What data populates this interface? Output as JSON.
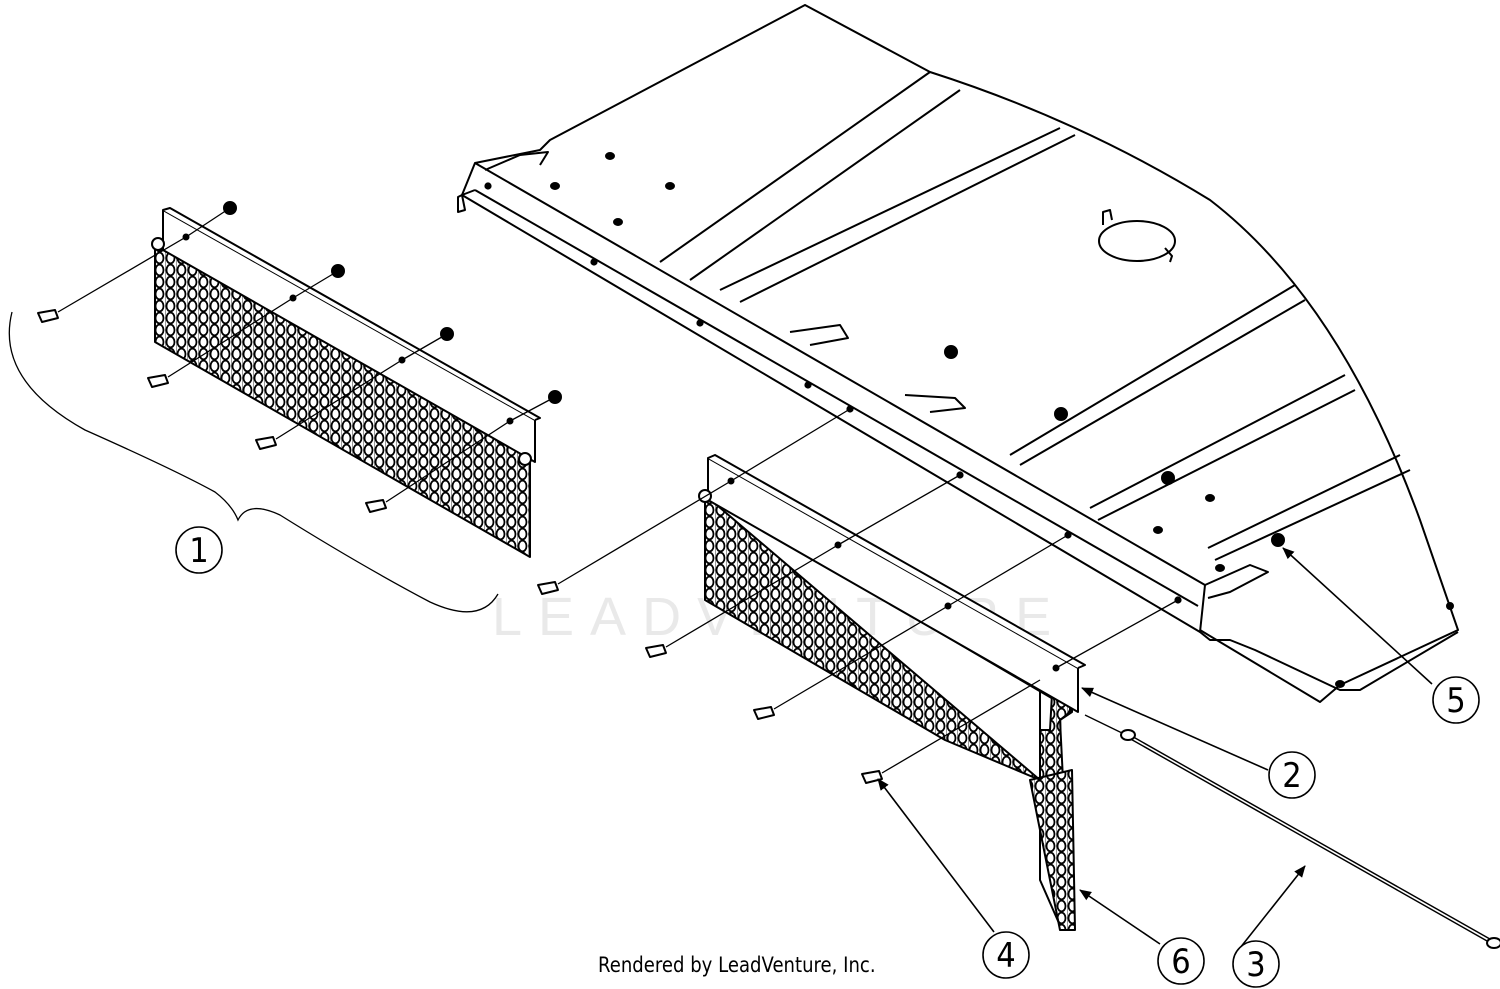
{
  "footer": {
    "text": "Rendered by LeadVenture, Inc."
  },
  "watermark": {
    "text": "LEADVENTURE"
  },
  "callouts": [
    {
      "id": "callout-1",
      "label": "1"
    },
    {
      "id": "callout-2",
      "label": "2"
    },
    {
      "id": "callout-3",
      "label": "3"
    },
    {
      "id": "callout-4",
      "label": "4"
    },
    {
      "id": "callout-5",
      "label": "5"
    },
    {
      "id": "callout-6",
      "label": "6"
    }
  ],
  "colors": {
    "line": "#000000",
    "watermark": "#e9e9e9"
  }
}
